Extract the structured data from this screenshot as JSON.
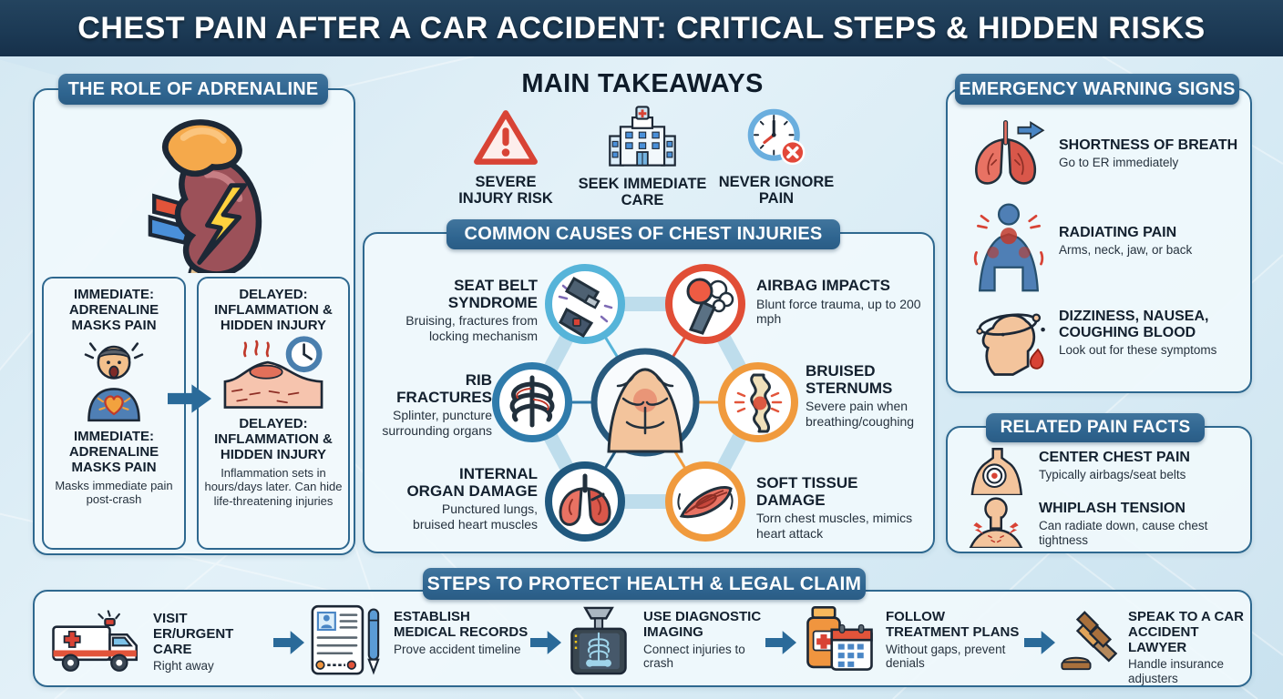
{
  "title_bar": {
    "title": "CHEST PAIN AFTER A CAR ACCIDENT: CRITICAL STEPS & HIDDEN RISKS"
  },
  "adrenaline_panel": {
    "header": "THE ROLE OF ADRENALINE",
    "icon": "adrenal-kidney-icon",
    "immediate_box": {
      "heading": "IMMEDIATE: ADRENALINE MASKS PAIN",
      "icon": "person-in-pain-icon",
      "subheading": "IMMEDIATE: ADRENALINE MASKS PAIN",
      "description": "Masks immediate pain post-crash"
    },
    "delayed_box": {
      "heading": "DELAYED: INFLAMMATION & HIDDEN INJURY",
      "icon": "inflammation-clock-icon",
      "subheading": "DELAYED: INFLAMMATION & HIDDEN INJURY",
      "description": "Inflammation sets in hours/days later. Can hide life-threatening injuries"
    }
  },
  "main_takeaways": {
    "header": "MAIN TAKEAWAYS",
    "items": [
      {
        "label": "SEVERE INJURY RISK",
        "icon": "warning-triangle-icon"
      },
      {
        "label": "SEEK IMMEDIATE CARE",
        "icon": "hospital-icon"
      },
      {
        "label": "NEVER IGNORE PAIN",
        "icon": "clock-never-ignore-icon"
      }
    ]
  },
  "common_causes": {
    "header": "COMMON CAUSES OF CHEST INJURIES",
    "center_icon": "bruised-torso-icon",
    "items": [
      {
        "title": "SEAT BELT SYNDROME",
        "description": "Bruising, fractures from locking mechanism",
        "ring_color": "#56b4d9",
        "icon": "seat-belt-icon"
      },
      {
        "title": "AIRBAG IMPACTS",
        "description": "Blunt force trauma, up to 200 mph",
        "ring_color": "#e14e36",
        "icon": "airbag-icon"
      },
      {
        "title": "RIB FRACTURES",
        "description": "Splinter, puncture surrounding organs",
        "ring_color": "#2f7bab",
        "icon": "rib-cage-icon"
      },
      {
        "title": "BRUISED STERNUMS",
        "description": "Severe pain when breathing/coughing",
        "ring_color": "#f09a3d",
        "icon": "sternum-icon"
      },
      {
        "title": "INTERNAL ORGAN DAMAGE",
        "description": "Punctured lungs, bruised heart muscles",
        "ring_color": "#20587e",
        "icon": "lungs-icon"
      },
      {
        "title": "SOFT TISSUE DAMAGE",
        "description": "Torn chest muscles, mimics heart attack",
        "ring_color": "#f09a3d",
        "icon": "muscle-icon"
      }
    ]
  },
  "emergency_signs": {
    "header": "EMERGENCY WARNING SIGNS",
    "items": [
      {
        "title": "SHORTNESS OF BREATH",
        "description": "Go to ER immediately",
        "icon": "lungs-arrow-icon"
      },
      {
        "title": "RADIATING PAIN",
        "description": "Arms, neck, jaw, or back",
        "icon": "radiating-pain-body-icon"
      },
      {
        "title": "DIZZINESS, NAUSEA, COUGHING BLOOD",
        "description": "Look out for these symptoms",
        "icon": "dizzy-head-icon"
      }
    ]
  },
  "pain_facts": {
    "header": "RELATED PAIN FACTS",
    "items": [
      {
        "title": "CENTER CHEST PAIN",
        "description": "Typically airbags/seat belts",
        "icon": "chest-target-icon"
      },
      {
        "title": "WHIPLASH TENSION",
        "description": "Can radiate down, cause chest tightness",
        "icon": "whiplash-neck-icon"
      }
    ]
  },
  "protect_steps": {
    "header": "STEPS TO PROTECT HEALTH & LEGAL CLAIM",
    "items": [
      {
        "title": "VISIT ER/URGENT CARE",
        "description": "Right away",
        "icon": "ambulance-icon"
      },
      {
        "title": "ESTABLISH MEDICAL RECORDS",
        "description": "Prove accident timeline",
        "icon": "medical-records-icon"
      },
      {
        "title": "USE DIAGNOSTIC IMAGING",
        "description": "Connect injuries to crash",
        "icon": "xray-imaging-icon"
      },
      {
        "title": "FOLLOW TREATMENT PLANS",
        "description": "Without gaps, prevent denials",
        "icon": "treatment-plan-icon"
      },
      {
        "title": "SPEAK TO A CAR ACCIDENT LAWYER",
        "description": "Handle insurance adjusters",
        "icon": "gavel-icon"
      }
    ]
  },
  "colors": {
    "title_bar_bg": "#1c3a55",
    "page_bg": "#d8eaf4",
    "panel_border": "#2e688f",
    "panel_bg": "#eff7fb",
    "pill_bg": "#2f6590",
    "arrow": "#2a6a99",
    "connector": "#bcdcec",
    "heading_text": "#13202e",
    "body_text": "#26323e"
  }
}
